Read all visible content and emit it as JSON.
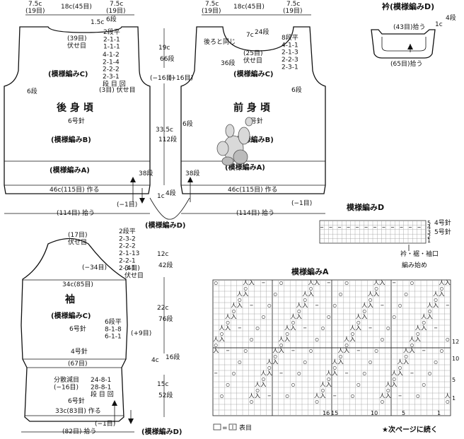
{
  "collar": {
    "title": "衿(模様編みD)",
    "inner_pickup": "(43目)拾う",
    "outer_pickup": "(65目)拾う",
    "height_cm": "1c",
    "height_rows": "4段"
  },
  "back": {
    "top_left_cm": "7.5c",
    "top_left_sts": "(19目)",
    "top_mid_cm": "18c(45目)",
    "top_right_cm": "7.5c",
    "top_right_sts": "(19目)",
    "neck_cm": "1.5c",
    "neck_rows": "6段",
    "neck_bind": "(39目)\n伏せ目",
    "neck_dec": "2段平\n2-1-1\n1-1-1",
    "arm_dec": "4-1-2\n2-1-4\n2-2-2\n2-3-1\n段 目 回",
    "arm_bind": "(3目) 伏せ目",
    "pattern_c": "(模様編みC)",
    "side_rows": "6段",
    "title": "後 身 頃",
    "needle": "6号針",
    "pattern_b": "(模様編みB)",
    "pattern_a": "(模様編みA)",
    "rib_rows": "38段",
    "cast_on": "46c(115目) 作る",
    "pickup": "(114目) 拾う",
    "minus_one": "(−1目)",
    "minus_sixteen": "(−16目)"
  },
  "front": {
    "top_left_cm": "7.5c",
    "top_left_sts": "(19目)",
    "top_mid_cm": "18c(45目)",
    "top_right_cm": "7.5c",
    "top_right_sts": "(19目)",
    "neck_cm": "7c",
    "neck_rows": "24段",
    "neck_bind": "(25目)\n伏せ目",
    "neck_dec": "8段平\n4-1-1\n2-1-3\n2-2-3\n2-3-1",
    "same_as_back": "後ろと同じ",
    "armhole_rows": "36段",
    "pattern_c": "(模様編みC)",
    "side_rows": "6段",
    "title": "前 身 頃",
    "needle": "6号針",
    "pattern_b": "(模様編みB)",
    "pattern_a": "(模様編みA)",
    "rib_rows": "38段",
    "cast_on": "46c(115目) 作る",
    "pickup": "(114目) 拾う",
    "minus_one": "(−1目)",
    "minus_sixteen": "(−16目)"
  },
  "body_center": {
    "armhole_cm": "19c",
    "armhole_rows": "66段",
    "body_cm": "33.5c",
    "body_rows": "112段",
    "hem_cm": "1c",
    "hem_rows": "4段"
  },
  "bottom_label": "(模様編みD)",
  "sleeve": {
    "cap_bind": "(17目)\n伏せ目",
    "cap_dec": "2段平\n2-3-2\n2-2-2\n2-1-13\n2-2-1\n2-3-1",
    "minus_34": "(−34目)",
    "cap_bind2": "(4目)\n伏せ目",
    "cap_cm": "12c",
    "cap_rows": "42段",
    "width": "34c(85目)",
    "title": "袖",
    "pattern_c": "(模様編みC)",
    "needle_upper": "6号針",
    "inc": "6段平\n8-1-8\n6-1-1",
    "plus_nine": "(+9目)",
    "upper_cm": "22c",
    "upper_rows": "76段",
    "needle_4": "4号針",
    "cuff_sts": "(67目)",
    "cuff_cm": "4c",
    "cuff_rows": "16段",
    "dist_dec": "分散減目\n(−16目)",
    "lower_inc": "24-8-1\n28-8-1\n段 目 回",
    "needle_lower": "6号針",
    "lower_cm": "15c",
    "lower_rows": "52段",
    "cast_on": "33c(83目) 作る",
    "pickup": "(82目) 拾う",
    "minus_one": "(−1目)",
    "pattern_d": "(模様編みD)"
  },
  "pattern_d": {
    "title": "模様編みD",
    "needle4": "4号針",
    "needle5": "5号針",
    "row_labels": [
      "5",
      "4",
      "3",
      "2",
      "1"
    ],
    "label_a": "衿・裾・袖口",
    "label_b": "編み始め"
  },
  "pattern_a": {
    "title": "模様編みA",
    "row_numbers": [
      "12",
      "10",
      "5",
      "1"
    ],
    "col_numbers": [
      "16",
      "15",
      "10",
      "5",
      "1"
    ],
    "legend_label": "表目",
    "note": "★次ページに続く"
  },
  "colors": {
    "line": "#111111",
    "grid": "#999999"
  }
}
